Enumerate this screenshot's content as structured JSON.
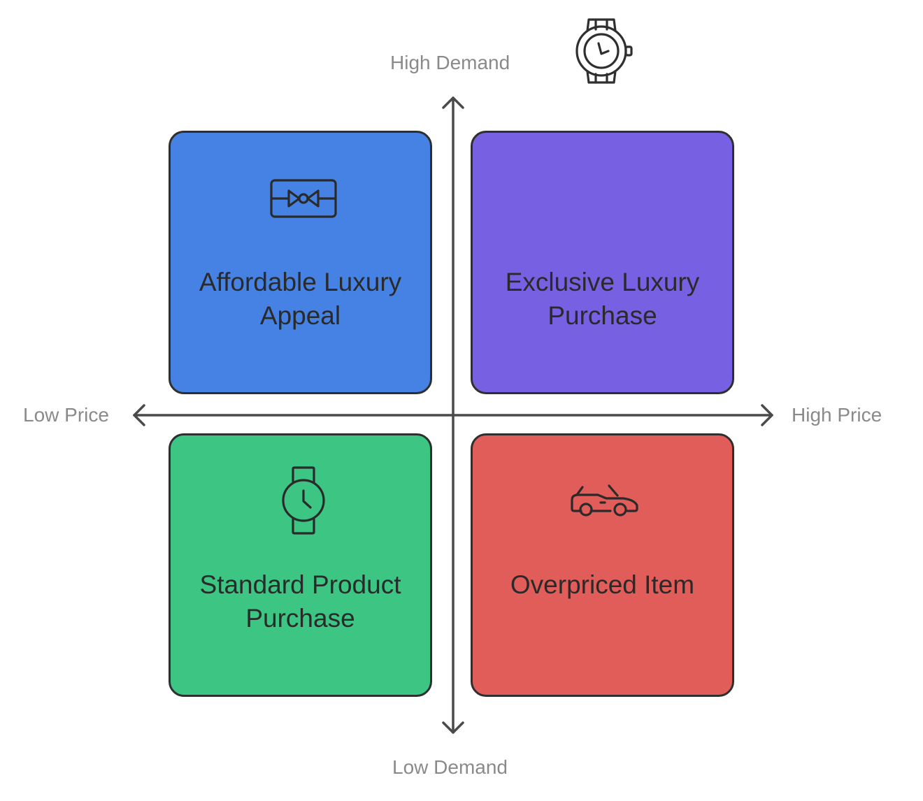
{
  "axes": {
    "top_label": "High Demand",
    "bottom_label": "Low Demand",
    "left_label": "Low Price",
    "right_label": "High Price",
    "line_color": "#4a4a4a"
  },
  "header_icon": "wristwatch-icon",
  "quadrants": [
    {
      "position": "top-left",
      "line1": "Affordable Luxury",
      "line2": "Appeal",
      "color": "#4682e3",
      "icon": "bow-tie-box-icon"
    },
    {
      "position": "top-right",
      "line1": "Exclusive Luxury",
      "line2": "Purchase",
      "color": "#7860e2",
      "icon": ""
    },
    {
      "position": "bottom-left",
      "line1": "Standard Product",
      "line2": "Purchase",
      "color": "#3dc584",
      "icon": "watch-icon"
    },
    {
      "position": "bottom-right",
      "line1": "Overpriced Item",
      "line2": "",
      "color": "#e15d59",
      "icon": "convertible-car-icon"
    }
  ]
}
